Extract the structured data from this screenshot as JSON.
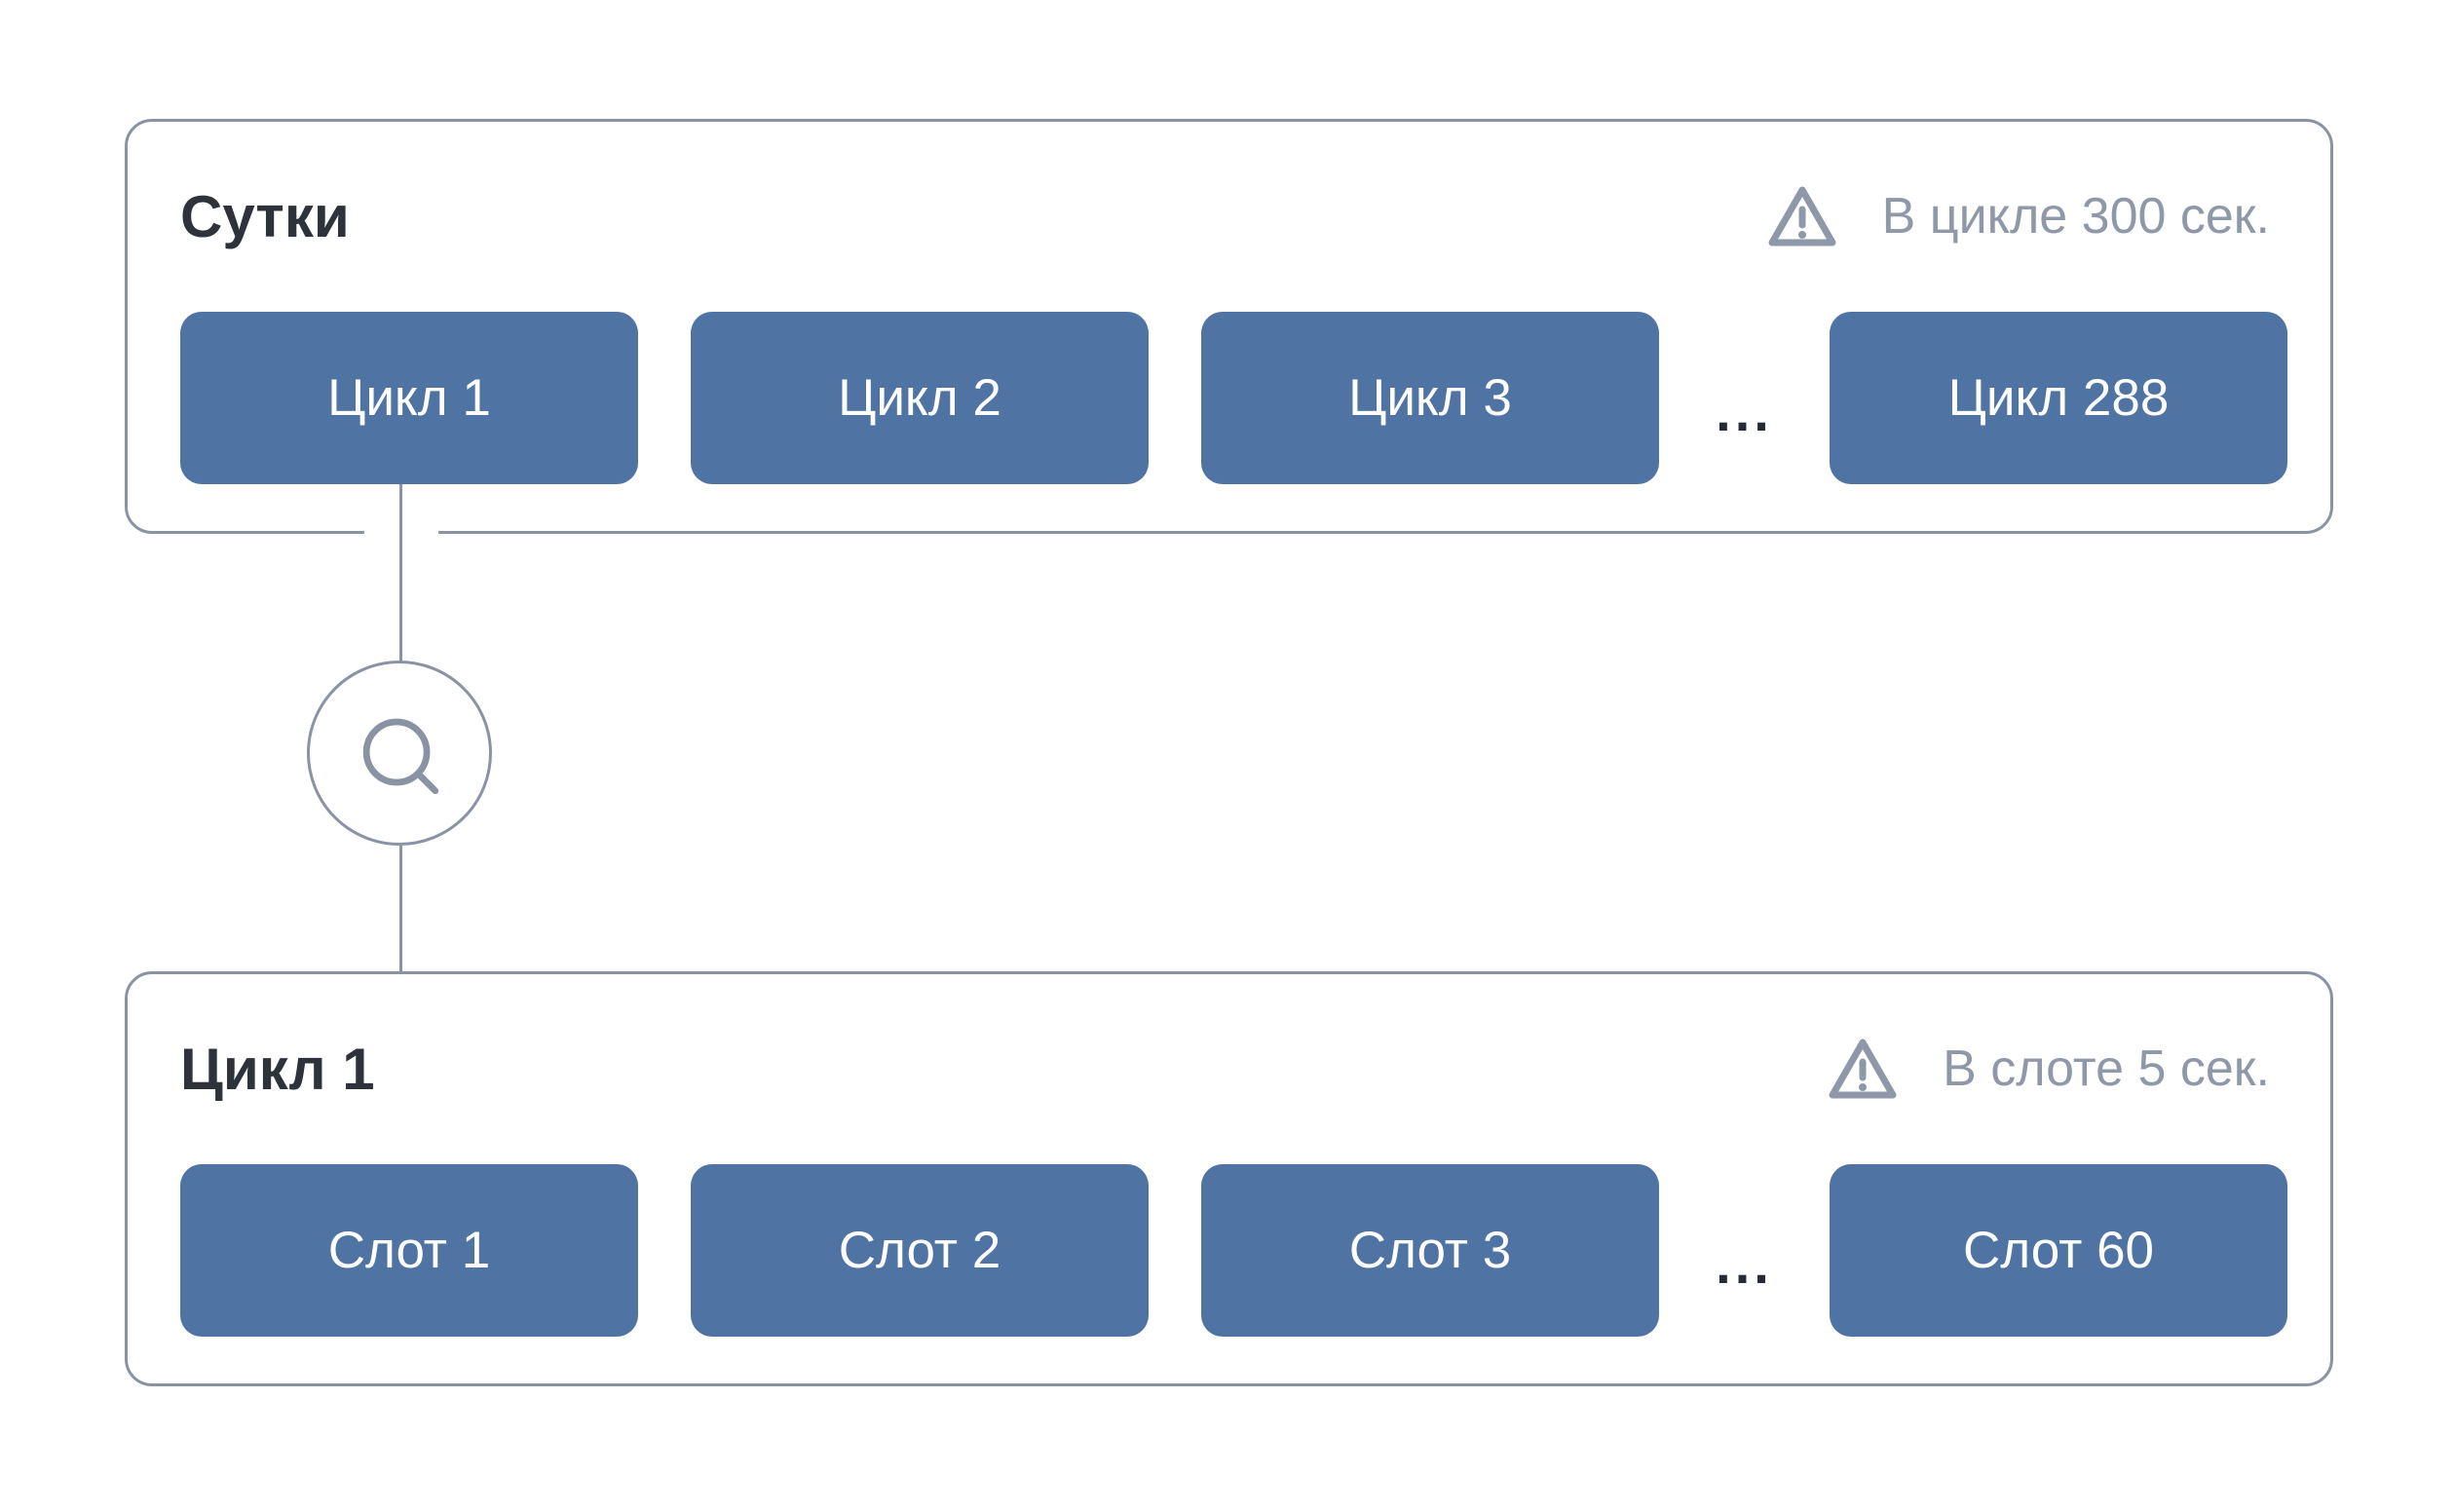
{
  "colors": {
    "accent_blue": "#4F73A3",
    "border_gray": "#8A93A4",
    "muted_gray": "#8F98A9",
    "title_color": "#2D323B",
    "dots_color": "#262B33",
    "background": "#FFFFFF",
    "button_text": "#FFFFFF"
  },
  "panels": [
    {
      "title": "Сутки",
      "warning_text": "В цикле 300 сек.",
      "buttons": [
        "Цикл 1",
        "Цикл 2",
        "Цикл 3",
        "Цикл 288"
      ],
      "ellipsis": "..."
    },
    {
      "title": "Цикл 1",
      "warning_text": "В слоте 5 сек.",
      "buttons": [
        "Слот 1",
        "Слот 2",
        "Слот 3",
        "Слот 60"
      ],
      "ellipsis": "..."
    }
  ],
  "connector": {
    "icon": "magnifier-icon"
  }
}
